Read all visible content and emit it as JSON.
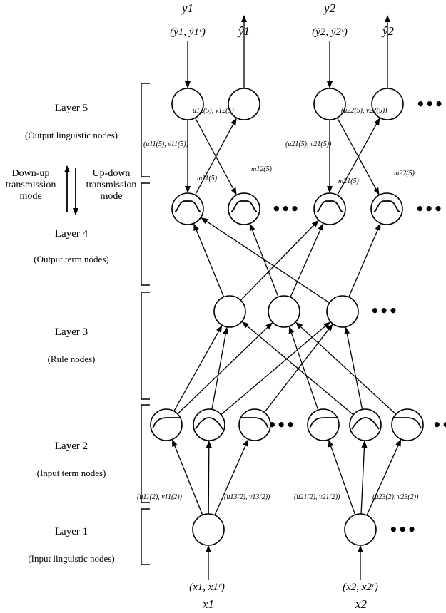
{
  "layers": [
    {
      "name": "Layer 5",
      "desc": "(Output linguistic nodes)"
    },
    {
      "name": "Layer 4",
      "desc": "(Output term nodes)"
    },
    {
      "name": "Layer 3",
      "desc": "(Rule nodes)"
    },
    {
      "name": "Layer 2",
      "desc": "(Input term nodes)"
    },
    {
      "name": "Layer 1",
      "desc": "(Input linguistic nodes)"
    }
  ],
  "modes": {
    "down_up": [
      "Down-up",
      "transmission",
      "mode"
    ],
    "up_down": [
      "Up-down",
      "transmission",
      "mode"
    ]
  },
  "outputs": {
    "y1": "y1",
    "y1_pair": "(ȳ1, ȳ1ᶜ)",
    "y1_hat": "ŷ1",
    "y2": "y2",
    "y2_pair": "(ȳ2, ȳ2ᶜ)",
    "y2_hat": "ŷ2"
  },
  "inputs": {
    "x1": "x1",
    "x1_pair": "(x̄1, x̄1ᶜ)",
    "x2": "x2",
    "x2_pair": "(x̄2, x̄2ᶜ)"
  },
  "weights_layer5": {
    "u11": "(u11(5), v11(5))",
    "u12": "u12(5), v12(5)",
    "u22": "(u22(5), v22(5))",
    "u21": "(u21(5), v21(5))",
    "m11": "m11(5)",
    "m12": "m12(5)",
    "m21": "m21(5)",
    "m22": "m22(5)"
  },
  "weights_layer2": {
    "u11": "(u11(2), v11(2))",
    "u13": "(u13(2), v13(2))",
    "u21": "(u21(2), v21(2))",
    "u23": "(u23(2), v23(2))"
  },
  "ellipsis": "•••"
}
